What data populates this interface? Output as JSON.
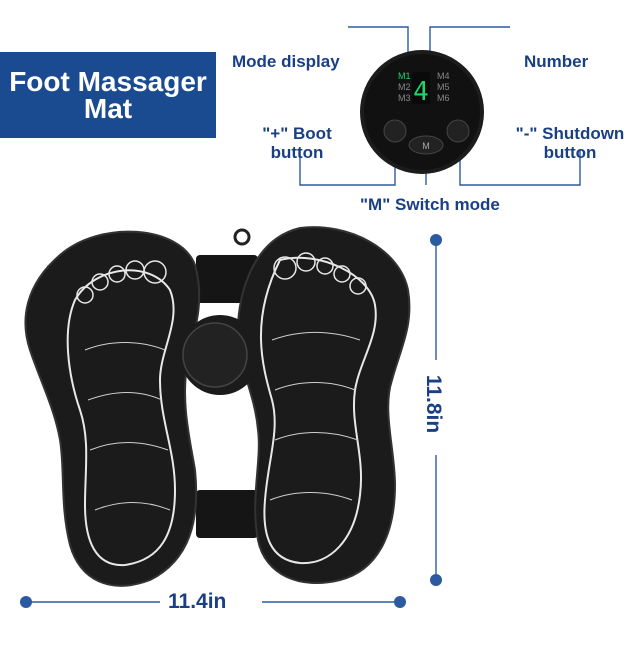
{
  "title": {
    "line1": "Foot Massager",
    "line2": "Mat"
  },
  "callouts": {
    "mode_display": "Mode display",
    "number": "Number",
    "boot_line1": "\"+\" Boot",
    "boot_line2": "button",
    "shutdown_line1": "\"-\" Shutdown",
    "shutdown_line2": "button",
    "switch_mode": "\"M\" Switch mode"
  },
  "panel": {
    "modes_left": [
      "M1",
      "M2",
      "M3"
    ],
    "modes_right": [
      "M4",
      "M5",
      "M6"
    ],
    "digit": "4",
    "button_m": "M"
  },
  "dimensions": {
    "width": "11.4in",
    "height": "11.8in"
  },
  "colors": {
    "brand_blue": "#1a4a8f",
    "accent_line": "#2c5aa0",
    "mat": "#1b1b1b",
    "led_green": "#22d36a"
  }
}
